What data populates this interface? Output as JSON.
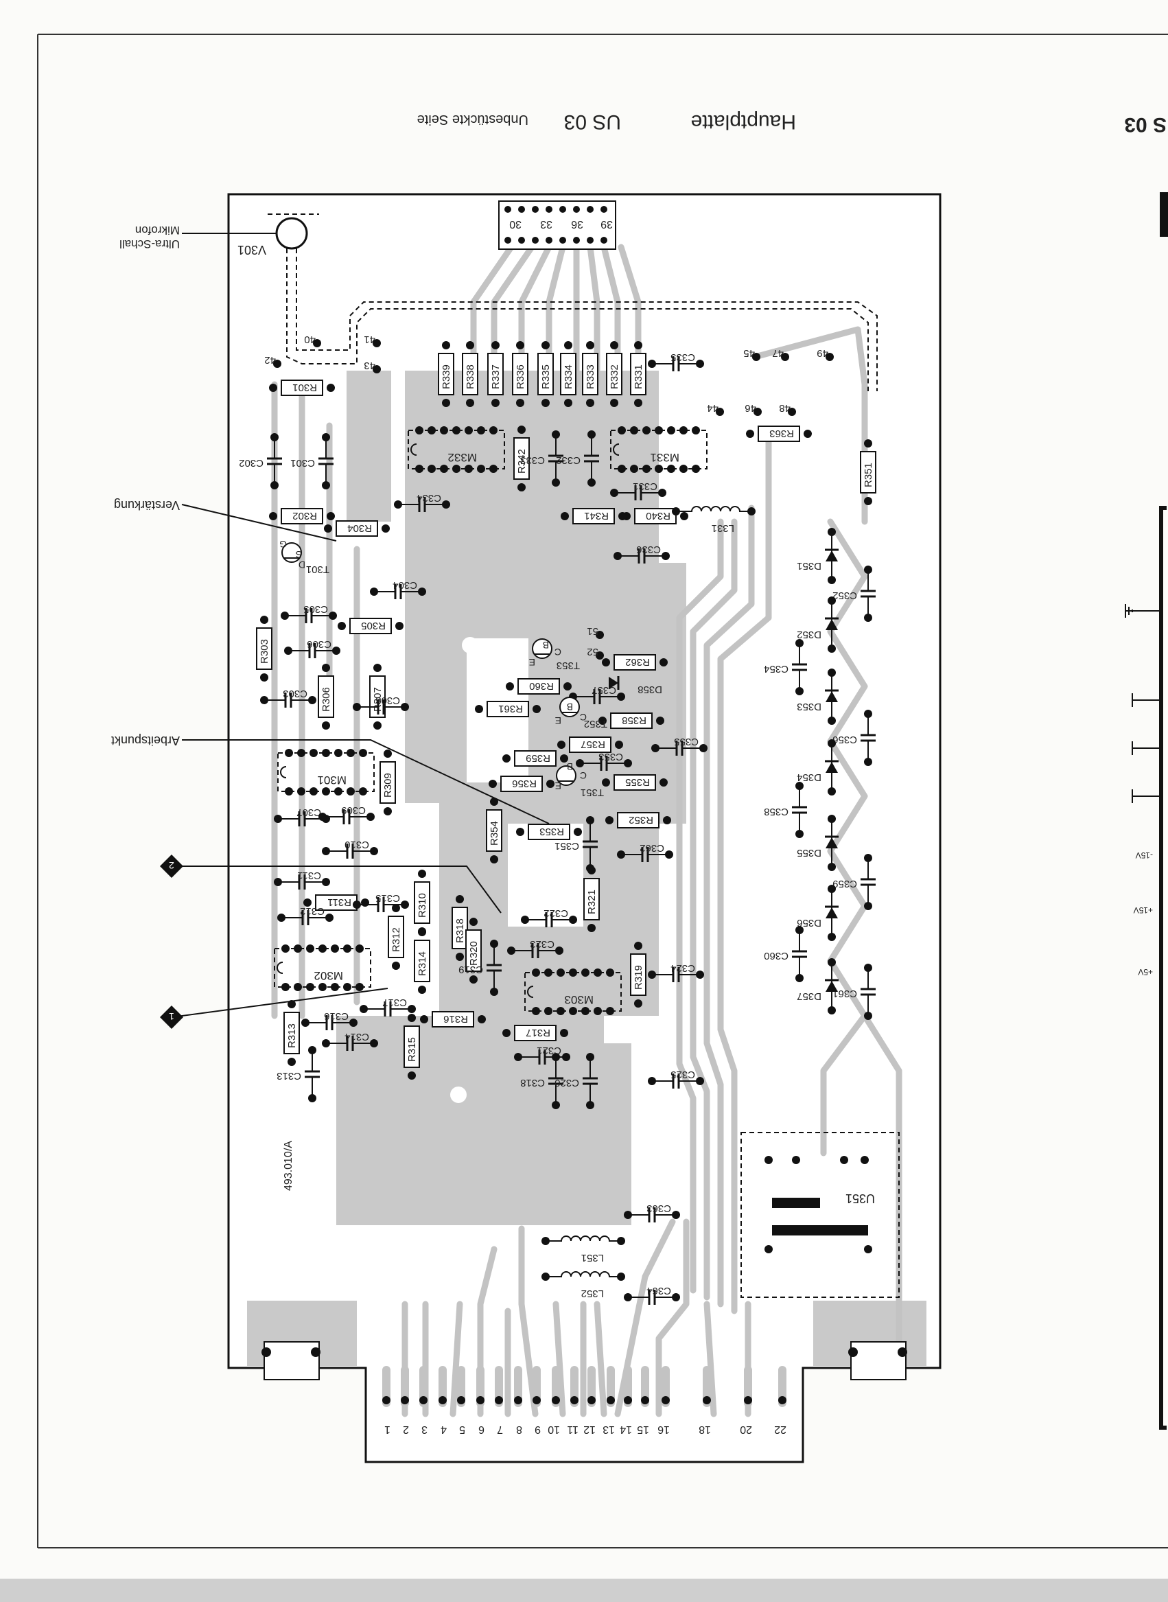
{
  "header": {
    "page_tag": "S 03",
    "title": "Hauptplatte",
    "board_code": "US 03",
    "subtitle": "Unbestückte Seite"
  },
  "callouts": {
    "ultraschall": "Ultra-Schall\nMikrofon",
    "verstaerkung": "Verstärkung",
    "arbeitspunkt": "Arbeitspunkt",
    "marker_1": "1",
    "marker_2": "2"
  },
  "board": {
    "part_number": "493.010/A",
    "connector_top_labels": [
      "39",
      "36",
      "33",
      "30"
    ],
    "edge_pins": [
      "1",
      "2",
      "3",
      "4",
      "5",
      "6",
      "7",
      "8",
      "9",
      "10",
      "11",
      "12",
      "13",
      "14",
      "15",
      "16",
      "18",
      "20",
      "22"
    ]
  },
  "resistors": [
    "R301",
    "R302",
    "R303",
    "R304",
    "R305",
    "R306",
    "R307",
    "R309",
    "R310",
    "R311",
    "R312",
    "R313",
    "R314",
    "R315",
    "R316",
    "R317",
    "R318",
    "R319",
    "R320",
    "R321",
    "R331",
    "R332",
    "R333",
    "R334",
    "R335",
    "R336",
    "R337",
    "R338",
    "R339",
    "R340",
    "R341",
    "R342",
    "R351",
    "R352",
    "R353",
    "R354",
    "R355",
    "R356",
    "R357",
    "R358",
    "R359",
    "R360",
    "R361",
    "R362",
    "R363"
  ],
  "capacitors": [
    "C301",
    "C302",
    "C303",
    "C304",
    "C305",
    "C306",
    "C307",
    "C308",
    "C309",
    "C310",
    "C311",
    "C312",
    "C313",
    "C314",
    "C315",
    "C316",
    "C317",
    "C318",
    "C319",
    "C320",
    "C321",
    "C322",
    "C323",
    "C324",
    "C325",
    "C331",
    "C332",
    "C333",
    "C334",
    "C335",
    "C336",
    "C351",
    "C352",
    "C353",
    "C354",
    "C355",
    "C356",
    "C357",
    "C358",
    "C359",
    "C360",
    "C361",
    "C362",
    "C363",
    "C364"
  ],
  "semiconductors": [
    "T301",
    "T351",
    "T352",
    "T353",
    "D351",
    "D352",
    "D353",
    "D354",
    "D355",
    "D356",
    "D357",
    "D358"
  ],
  "ics": [
    "M301",
    "M302",
    "M303",
    "M331",
    "M332",
    "U351"
  ],
  "inductors": [
    "L331",
    "L351",
    "L352"
  ],
  "others": [
    "V301"
  ],
  "pin_letters": [
    "D",
    "S",
    "G",
    "B",
    "C",
    "E"
  ],
  "test_points": [
    "40",
    "41",
    "42",
    "43",
    "44",
    "45",
    "46",
    "47",
    "48",
    "49",
    "51",
    "52"
  ],
  "rails": [
    "+5V",
    "+15V",
    "-15V"
  ]
}
